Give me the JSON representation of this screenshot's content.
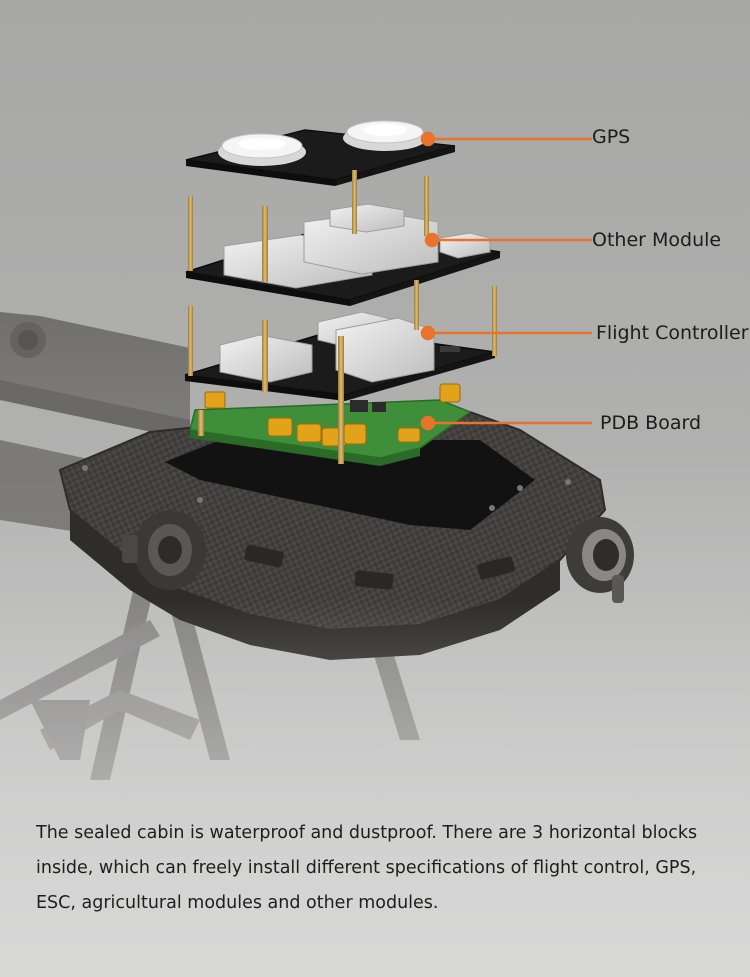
{
  "labels": {
    "gps": "GPS",
    "other_module": "Other Module",
    "flight_controller": "Flight Controller",
    "pdb_board": "PDB Board"
  },
  "caption": "The sealed cabin is waterproof and dustproof. There are 3 horizontal blocks inside, which can freely install different specifications of flight control, GPS, ESC, agricultural modules and other modules.",
  "colors": {
    "accent": "#e8732a",
    "background": "#b0b0af",
    "carbon": "#3a3836",
    "pcb": "#3f8f3a",
    "standoff": "#c9a25a"
  }
}
